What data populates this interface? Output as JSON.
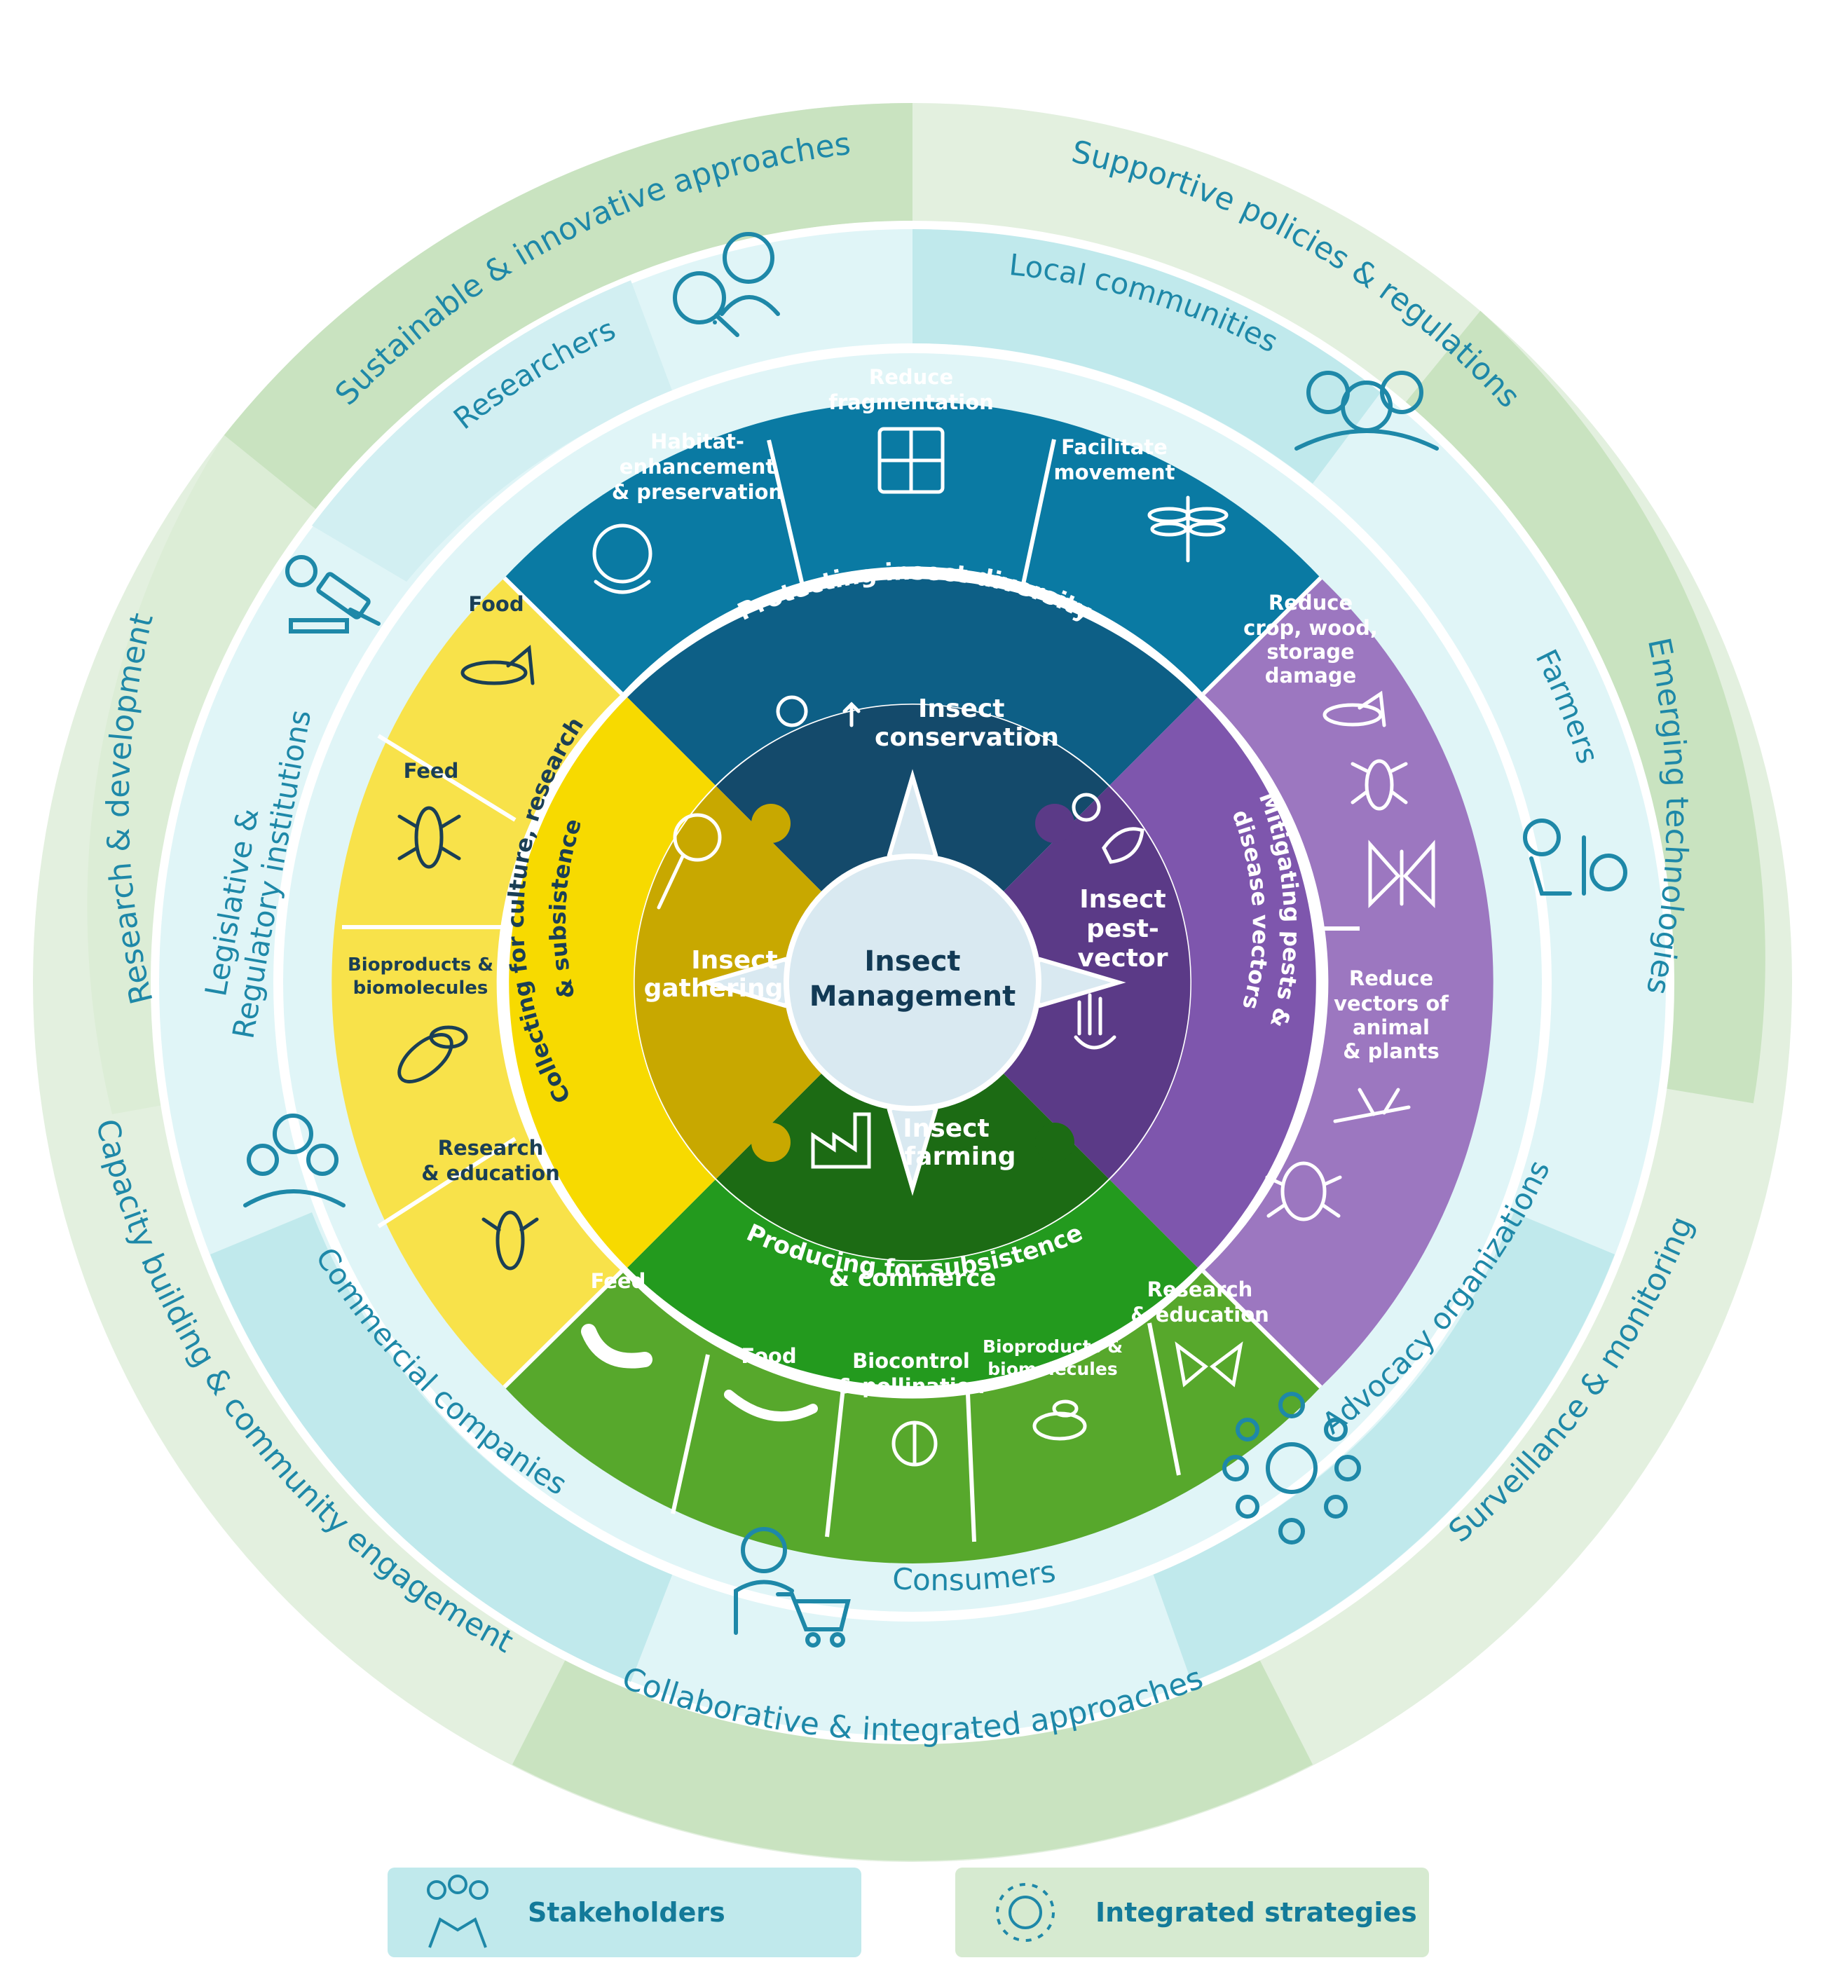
{
  "colors": {
    "strategy_dark": "#c9e3c0",
    "strategy_light": "#e3f0df",
    "stakeholder_dark": "#c0e9ec",
    "stakeholder_light": "#e0f5f7",
    "text_teal": "#1e88a8",
    "gap_white": "#ffffff",
    "blue_outer": "#0a7aa3",
    "blue_mid": "#0d5f86",
    "blue_inner": "#144a6b",
    "purple_outer": "#9c77c0",
    "purple_mid": "#7e56ad",
    "purple_inner": "#5b3a87",
    "green_outer": "#57a82c",
    "green_mid": "#239a1e",
    "green_inner": "#1c6b14",
    "yellow_outer": "#f8e24a",
    "yellow_mid": "#f7da00",
    "yellow_inner": "#c8a800",
    "center": "#d9e9f1",
    "center_text": "#123a55"
  },
  "center": {
    "title_line1": "Insect",
    "title_line2": "Management"
  },
  "pillars": {
    "conservation": {
      "line1": "Insect",
      "line2": "conservation"
    },
    "pest_vector": {
      "line1": "Insect",
      "line2": "pest-",
      "line3": "vector"
    },
    "farming": {
      "line1": "Insect",
      "line2": "farming"
    },
    "gathering": {
      "line1": "Insect",
      "line2": "gathering"
    }
  },
  "goals": {
    "protecting": "Protecting insect diversity",
    "mitigating_1": "Mitigating pests &",
    "mitigating_2": "disease vectors",
    "producing_1": "Producing for subsistence",
    "producing_2": "& commerce",
    "collecting_1": "Collecting for culture, research",
    "collecting_2": "& subsistence"
  },
  "actions": {
    "habitat": [
      "Habitat-",
      "enhancement",
      "& preservation"
    ],
    "fragmentation": [
      "Reduce",
      "fragmentation"
    ],
    "movement": [
      "Facilitate",
      "movement"
    ],
    "crop_damage": [
      "Reduce",
      "crop, wood,",
      "storage",
      "damage"
    ],
    "vectors": [
      "Reduce",
      "vectors of",
      "animal",
      "& plants"
    ],
    "research_green": [
      "Research",
      "& education"
    ],
    "bioproducts_green": [
      "Bioproducts &",
      "biomolecules"
    ],
    "biocontrol": [
      "Biocontrol",
      "& pollination"
    ],
    "food_green": [
      "Food"
    ],
    "feed_green": [
      "Feed"
    ],
    "research_yellow": [
      "Research",
      "& education"
    ],
    "bioproducts_yellow": [
      "Bioproducts &",
      "biomolecules"
    ],
    "feed_yellow": [
      "Feed"
    ],
    "food_yellow": [
      "Food"
    ]
  },
  "stakeholders": {
    "researchers": "Researchers",
    "local_communities": "Local communities",
    "farmers": "Farmers",
    "advocacy": "Advocacy organizations",
    "consumers": "Consumers",
    "commercial": "Commercial companies",
    "legislative_1": "Legislative &",
    "legislative_2": "Regulatory institutions"
  },
  "strategies": {
    "sustainable": "Sustainable & innovative approaches",
    "supportive": "Supportive policies & regulations",
    "emerging": "Emerging technologies",
    "surveillance": "Surveillance & monitoring",
    "collaborative": "Collaborative & integrated approaches",
    "capacity": "Capacity building & community engagement",
    "research_dev": "Research & development"
  },
  "legend": {
    "stakeholders": "Stakeholders",
    "strategies": "Integrated strategies"
  },
  "icons": {
    "researcher": "researcher-magnifier-icon",
    "community": "community-people-icon",
    "farmer": "farmer-with-plant-icon",
    "network": "network-icon",
    "shopper": "shopper-cart-icon",
    "group": "business-group-icon",
    "gavel": "gavel-icon"
  }
}
